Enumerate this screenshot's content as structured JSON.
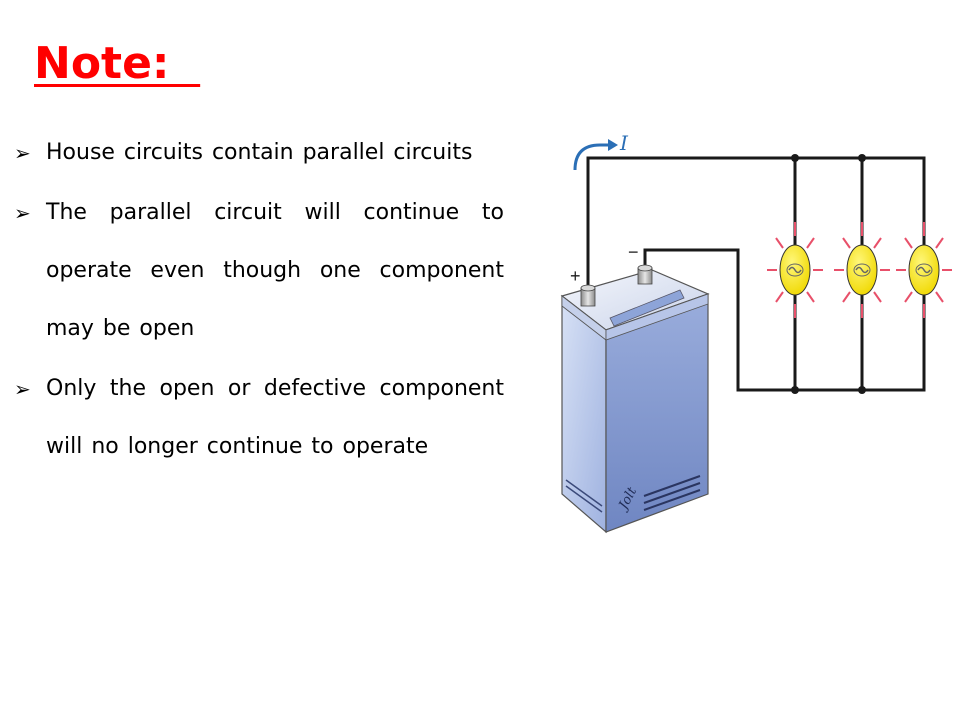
{
  "slide": {
    "title": "Note:  ",
    "bullet_marker": "➢",
    "bullets": [
      "House circuits contain parallel circuits",
      " The parallel circuit will continue to operate even    though one component may be open",
      " Only the open or defective component will no longer continue to operate"
    ]
  },
  "diagram": {
    "current_label": "I",
    "plus_label": "+",
    "minus_label": "−",
    "battery_label": "Jolt",
    "colors": {
      "title": "#ff0000",
      "wire": "#1a1a1a",
      "bulb": "#f5e020",
      "rays": "#e8506a",
      "arrow": "#2b6fb6",
      "battery_front": "#aabbe4",
      "battery_side": "#7e93cc"
    }
  }
}
